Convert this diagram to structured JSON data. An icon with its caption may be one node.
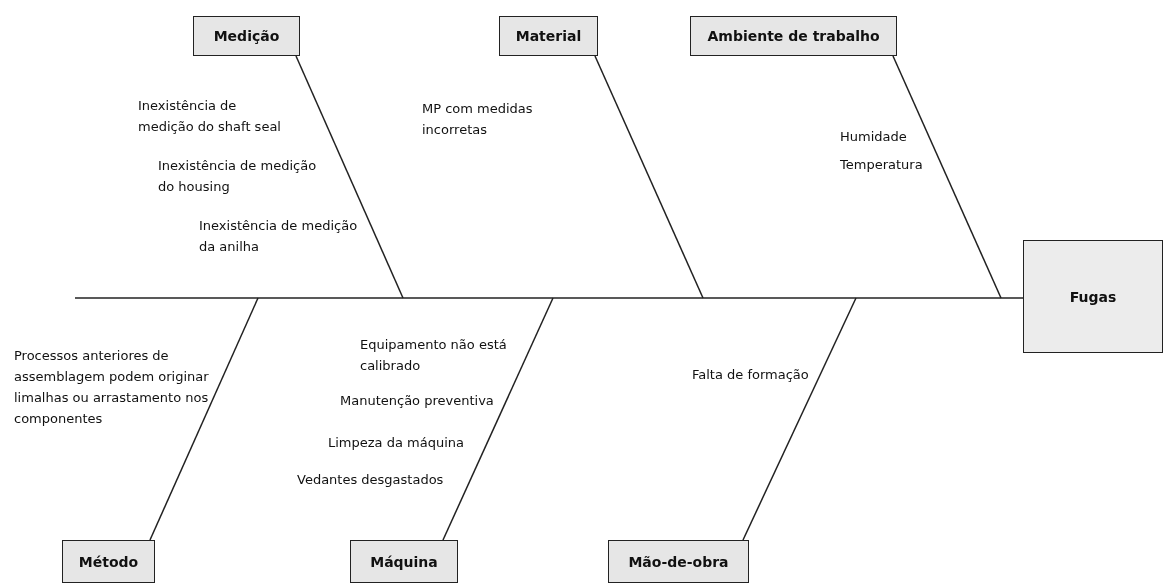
{
  "diagram": {
    "nodes": [
      {
        "text": [
          "Medição"
        ]
      },
      {
        "text": [
          "Material"
        ]
      },
      {
        "text": [
          "Ambiente de trabalho"
        ]
      },
      {
        "text": [
          "Fugas"
        ]
      },
      {
        "text": [
          "Método"
        ]
      },
      {
        "text": [
          "Máquina"
        ]
      },
      {
        "text": [
          "Mão-de-obra"
        ]
      }
    ],
    "edges": [
      {
        "from": null,
        "to": 3,
        "arrow": "none"
      },
      {
        "from": 0,
        "to": null,
        "arrow": "none"
      },
      {
        "from": 1,
        "to": null,
        "arrow": "none"
      },
      {
        "from": 2,
        "to": null,
        "arrow": "none"
      },
      {
        "from": 4,
        "to": null,
        "arrow": "none"
      },
      {
        "from": 5,
        "to": null,
        "arrow": "none"
      },
      {
        "from": 6,
        "to": null,
        "arrow": "none"
      }
    ],
    "labels": [
      "Inexistência de medição do shaft seal",
      "MP com medidas incorretas",
      "Humidade",
      "Inexistência de medição do housing",
      "Temperatura",
      "Inexistência de medição da anilha",
      "Equipamento não está calibrado",
      "Processos anteriores de assemblagem podem originar limalhas ou arrastamento nos componentes",
      "Falta de formação",
      "Manutenção preventiva",
      "Limpeza da máquina",
      "Vedantes desgastados"
    ]
  }
}
